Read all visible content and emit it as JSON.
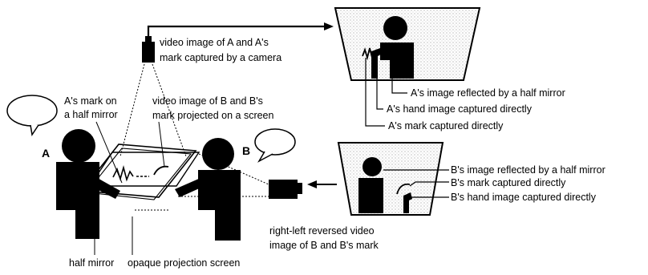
{
  "palette": {
    "ink": "#000000",
    "paper": "#ffffff",
    "screen_tint": "#ececec"
  },
  "icons": [
    "camera-icon",
    "projector-icon",
    "speech-bubble-icon",
    "arrow-icon"
  ],
  "labels": {
    "camera_l1": "video image of A and A's",
    "camera_l2": "mark captured by a  camera",
    "mark_l1": "A's mark on",
    "mark_l2": "a half mirror",
    "proj_l1": "video image of B and B's",
    "proj_l2": "mark projected on a screen",
    "person_a": "A",
    "person_b": "B",
    "top_1": "A's image reflected by a half mirror",
    "top_2": "A's hand image captured directly",
    "top_3": "A's mark captured directly",
    "bot_1": "B's image reflected by a half mirror",
    "bot_2": "B's mark captured directly",
    "bot_3": "B's hand image captured directly",
    "reversed_l1": "right-left reversed video",
    "reversed_l2": "image of B and B's mark",
    "half_mirror": "half mirror",
    "opaque_screen": "opaque projection screen"
  }
}
